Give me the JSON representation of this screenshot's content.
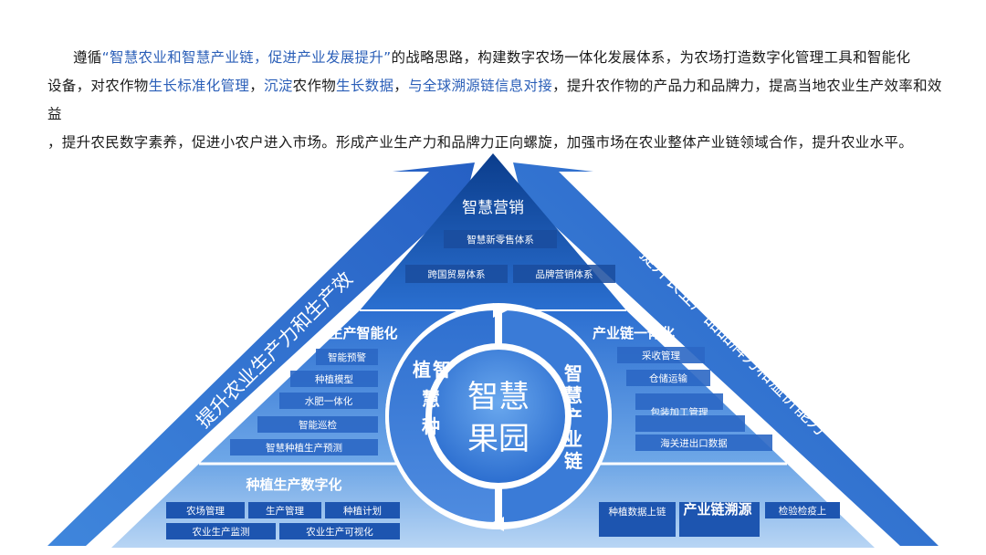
{
  "intro": {
    "line1": [
      {
        "t": "遵循",
        "hl": false
      },
      {
        "t": "“智慧农业和智慧产业链，促进产业发展提升”",
        "hl": true
      },
      {
        "t": "的战略思路，构建数字农场一体化发展体系，为农场打造数字化管理工具和智能化",
        "hl": false
      }
    ],
    "line2": [
      {
        "t": "设备，对农作物",
        "hl": false
      },
      {
        "t": "生长标准化管理",
        "hl": true
      },
      {
        "t": "，",
        "hl": false
      },
      {
        "t": "沉淀",
        "hl": true
      },
      {
        "t": "农作物",
        "hl": false
      },
      {
        "t": "生长数据",
        "hl": true
      },
      {
        "t": "，",
        "hl": false
      },
      {
        "t": "与全球溯源链信息对接",
        "hl": true
      },
      {
        "t": "，提升农作物的产品力和品牌力，提高当地农业生产效率和效益",
        "hl": false
      }
    ],
    "line3": [
      {
        "t": "，提升农民数字素养，促进小农户进入市场。形成产业生产力和品牌力正向螺旋，加强市场在农业整体产业链领域合作，提升农业水平。",
        "hl": false
      }
    ]
  },
  "diagram": {
    "center": {
      "line1": "智慧",
      "line2": "果园"
    },
    "left_ring": "植智慧种",
    "right_ring": "智慧产业链",
    "left_arrow": "提升农业生产力和生产效",
    "right_arrow": "提升农业产品品牌力和溢价能力",
    "top": {
      "title": "智慧营销",
      "items": [
        "智慧新零售体系",
        "跨国贸易体系",
        "品牌营销体系"
      ]
    },
    "mid_left": {
      "title": "生产智能化",
      "items": [
        "智能预警",
        "种植模型",
        "水肥一体化",
        "智能巡检",
        "智慧种植生产预测"
      ]
    },
    "mid_right": {
      "title": "产业链一体化",
      "items": [
        "采收管理",
        "仓储运输",
        "包装加工管理",
        "海关进出口数据"
      ]
    },
    "bottom_left": {
      "title": "种植生产数字化",
      "items": [
        "农场管理",
        "生产管理",
        "种植计划",
        "农业生产监测",
        "农业生产可视化"
      ]
    },
    "bottom_right": {
      "title": "产业链溯源",
      "items": [
        "种植数据上链",
        "检验检疫上"
      ]
    },
    "colors": {
      "primary": "#1f5fbf",
      "dark": "#0d3f8f",
      "light": "#4f8fe0",
      "pale": "#cfe2f8"
    }
  }
}
